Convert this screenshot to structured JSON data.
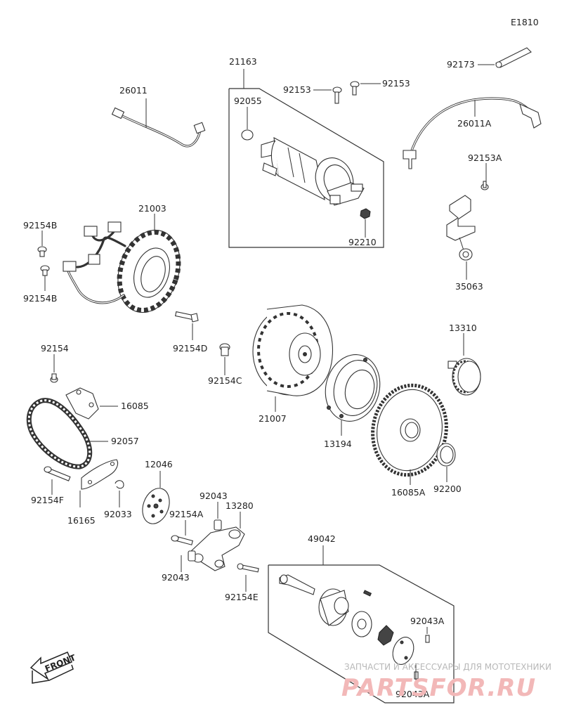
{
  "diagram_code": "E1810",
  "parts": {
    "p26011": "26011",
    "p21163": "21163",
    "p92055": "92055",
    "p92153_left": "92153",
    "p92153_right": "92153",
    "p92173": "92173",
    "p26011A": "26011A",
    "p92153A": "92153A",
    "p92210": "92210",
    "p35063": "35063",
    "p21003": "21003",
    "p92154B_top": "92154B",
    "p92154B_bottom": "92154B",
    "p92154D": "92154D",
    "p92154": "92154",
    "p92154C": "92154C",
    "p21007": "21007",
    "p13194": "13194",
    "p13310": "13310",
    "p16085": "16085",
    "p92057": "92057",
    "p16085A": "16085A",
    "p92200": "92200",
    "p12046": "12046",
    "p92154F": "92154F",
    "p16165": "16165",
    "p92033": "92033",
    "p92043_top": "92043",
    "p92154A": "92154A",
    "p13280": "13280",
    "p92043_bottom": "92043",
    "p92154E": "92154E",
    "p49042": "49042",
    "p92043A_top": "92043A",
    "p92043A_bottom": "92043A"
  },
  "front_label": "FRONT",
  "watermark": {
    "tagline": "ЗАПЧАСТИ И АКСЕССУАРЫ ДЛЯ МОТОТЕХНИКИ",
    "logo": "PARTSFOR.RU"
  }
}
